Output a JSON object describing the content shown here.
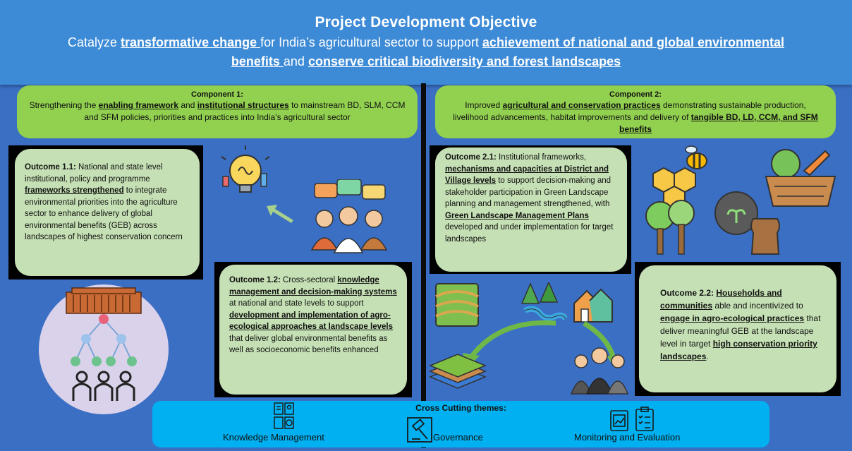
{
  "header": {
    "title": "Project Development Objective",
    "sub_1": "Catalyze ",
    "sub_u1": "transformative change ",
    "sub_2": "for India’s agricultural sector to support ",
    "sub_u2": "achievement of national and global environmental benefits ",
    "sub_3": "and ",
    "sub_u3": "conserve critical biodiversity and forest landscapes"
  },
  "component1": {
    "title": "Component 1:",
    "t1": "Strengthening the ",
    "u1": "enabling framework",
    "t2": " and ",
    "u2": "institutional structures",
    "t3": " to mainstream BD, SLM, CCM and SFM policies, priorities and practices into India’s agricultural sector"
  },
  "component2": {
    "title": "Component 2:",
    "t1": "Improved ",
    "u1": "agricultural and conservation practices",
    "t2": " demonstrating sustainable production, livelihood advancements, habitat improvements and delivery of ",
    "u2": "tangible BD, LD, CCM, and SFM benefits"
  },
  "outcome_1_1": {
    "label": "Outcome 1.1:",
    "t1": " National and state level institutional, policy and programme ",
    "u1": "frameworks strengthened",
    "t2": " to integrate environmental priorities into the agriculture sector to enhance delivery of global environmental benefits (GEB) across landscapes of highest conservation concern"
  },
  "outcome_1_2": {
    "label": "Outcome 1.2:",
    "t1": " Cross-sectoral ",
    "u1": "knowledge management and decision-making systems",
    "t2": " at national and state levels to support ",
    "u2": "development and implementation of agro-ecological approaches at landscape levels",
    "t3": " that deliver global environmental benefits as well as socioeconomic benefits enhanced"
  },
  "outcome_2_1": {
    "label": "Outcome 2.1:",
    "t1": " Institutional frameworks, ",
    "u1": "mechanisms and capacities at District and Village levels",
    "t2": " to support decision-making and stakeholder participation in Green Landscape planning and management strengthened, with ",
    "u2": "Green Landscape Management Plans",
    "t3": " developed and under implementation for target landscapes"
  },
  "outcome_2_2": {
    "label": "Outcome 2.2:",
    "u1": "Households and communities",
    "t1": " able and incentivized to ",
    "u2": "engage in agro-ecological practices",
    "t2": " that deliver meaningful GEB at the landscape level in target ",
    "u3": "high conservation priority landscapes",
    "t3": "."
  },
  "cross_cutting": {
    "title": "Cross Cutting themes:",
    "theme_1": "Knowledge Management",
    "theme_2": "Governance",
    "theme_3": "Monitoring and Evaluation"
  },
  "icons": [
    "lightbulb-brain-icon",
    "people-chat-icon",
    "arrow-icon",
    "parliament-hierarchy-icon",
    "bee-honeycomb-icon",
    "vegetable-basket-icon",
    "tree-icon",
    "soil-sack-icon",
    "terrace-field-icon",
    "forest-river-icon",
    "village-icon",
    "land-layers-icon",
    "community-icon",
    "knowledge-management-icon",
    "governance-gavel-icon",
    "monitoring-evaluation-icon"
  ],
  "colors": {
    "header": "#3d8ad6",
    "background": "#3a6fc4",
    "component": "#92d050",
    "outcome": "#c5e0b4",
    "cross_cutting": "#00b0f0"
  }
}
